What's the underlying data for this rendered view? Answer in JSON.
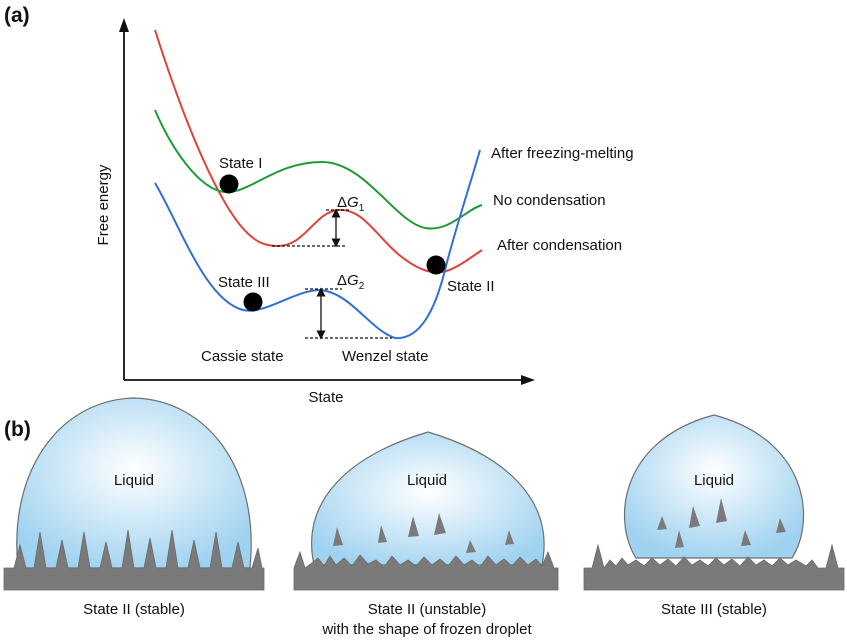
{
  "colors": {
    "after_freezing_melting": "#2f6fd6",
    "no_condensation": "#1f9a3a",
    "after_condensation": "#e0413a",
    "surface": "#7a7a7a",
    "liquid_edge": "#6e6e6e",
    "liquid_center": "#ffffff",
    "liquid_outer": "#9fd2f0"
  },
  "panel_a": {
    "label": "(a)",
    "axes": {
      "ylabel": "Free energy",
      "xlabel": "State"
    },
    "curves": {
      "after_freezing_melting": "After freezing-melting",
      "no_condensation": "No condensation",
      "after_condensation": "After condensation"
    },
    "states": {
      "state_1": "State I",
      "state_2": "State II",
      "state_3": "State III",
      "cassie": "Cassie state",
      "wenzel": "Wenzel state"
    },
    "barriers": {
      "g1": {
        "delta": "Δ",
        "symbol": "G",
        "sub": "1"
      },
      "g2": {
        "delta": "Δ",
        "symbol": "G",
        "sub": "2"
      }
    }
  },
  "panel_b": {
    "label": "(b)",
    "droplets": [
      {
        "liquid": "Liquid",
        "caption": [
          "State II (stable)"
        ]
      },
      {
        "liquid": "Liquid",
        "caption": [
          "State II (unstable)",
          "with the shape of frozen droplet"
        ]
      },
      {
        "liquid": "Liquid",
        "caption": [
          "State III (stable)"
        ]
      }
    ]
  }
}
